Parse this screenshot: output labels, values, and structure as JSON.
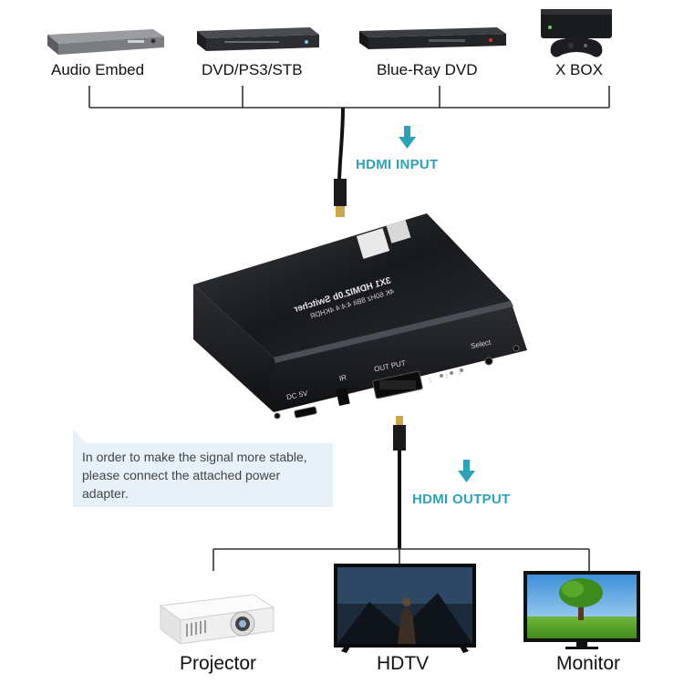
{
  "colors": {
    "accent": "#2aa3b9",
    "device_dark": "#1f2124",
    "line": "#333333"
  },
  "top_devices": [
    {
      "label": "Audio Embed",
      "icon": "audio-receiver-icon"
    },
    {
      "label": "DVD/PS3/STB",
      "icon": "dvd-player-icon"
    },
    {
      "label": "Blue-Ray DVD",
      "icon": "bluray-player-icon"
    },
    {
      "label": "X BOX",
      "icon": "xbox-console-icon"
    }
  ],
  "input_label": "HDMI INPUT",
  "output_label": "HDMI OUTPUT",
  "switcher": {
    "title": "3X1 HDMI2.0b Switcher",
    "subtitle": "4K 60Hz 8Bit 4:4:4 4KHDR",
    "ports": {
      "dc": "DC 5V",
      "ir": "IR",
      "output": "OUT PUT",
      "select": "Select",
      "leds": [
        "1",
        "2",
        "3"
      ]
    }
  },
  "note": "In order to make the signal more stable, please connect the attached power adapter.",
  "bottom_devices": [
    {
      "label": "Projector",
      "icon": "projector-icon"
    },
    {
      "label": "HDTV",
      "icon": "hdtv-icon"
    },
    {
      "label": "Monitor",
      "icon": "monitor-icon"
    }
  ]
}
